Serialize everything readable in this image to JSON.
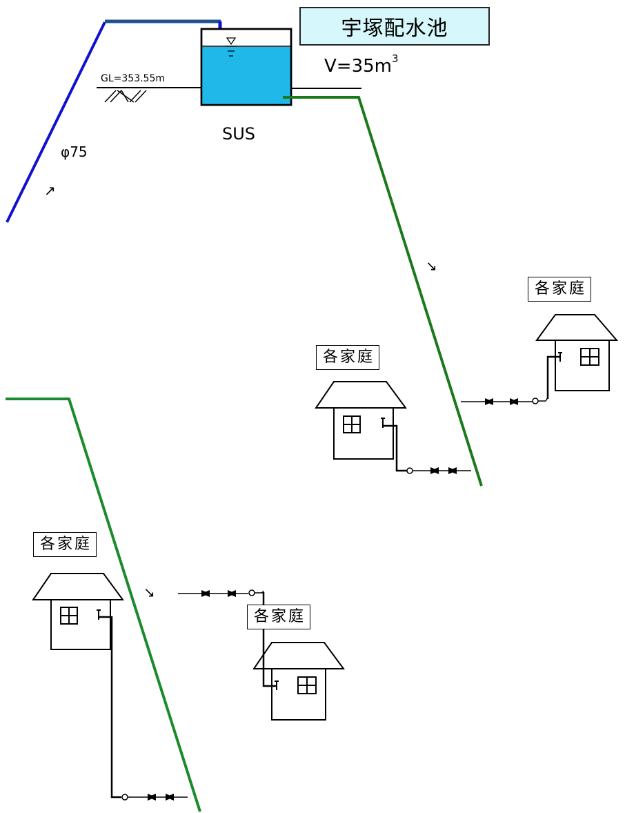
{
  "title": "宇塚配水池",
  "tank": {
    "volume_prefix": "V=35m",
    "volume_exp": "3",
    "material": "SUS",
    "ground_level": "GL=353.55m",
    "fill_color": "#1fb8e8"
  },
  "pipe": {
    "diameter": "φ75",
    "inflow_color": "#1010d0",
    "outflow_color": "#1a8a1a"
  },
  "flow_arrows": [
    "↗",
    "↘",
    "↘"
  ],
  "houses": [
    {
      "label": "各家庭"
    },
    {
      "label": "各家庭"
    },
    {
      "label": "各家庭"
    },
    {
      "label": "各家庭"
    }
  ]
}
